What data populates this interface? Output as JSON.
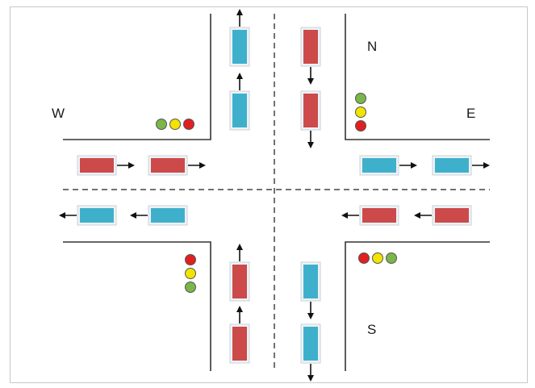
{
  "directions": {
    "north": "N",
    "south": "S",
    "east": "E",
    "west": "W"
  },
  "colors": {
    "red_car": "#cc4a4a",
    "blue_car": "#3fb0cc",
    "light_red": "#e02020",
    "light_yellow": "#f2e400",
    "light_green": "#7ab648",
    "road_line": "#333333"
  },
  "traffic_lights": [
    {
      "corner": "north-west",
      "orientation": "horizontal",
      "order": [
        "green",
        "yellow",
        "red"
      ]
    },
    {
      "corner": "north-east",
      "orientation": "vertical",
      "order": [
        "green",
        "yellow",
        "red"
      ]
    },
    {
      "corner": "south-west",
      "orientation": "vertical",
      "order": [
        "red",
        "yellow",
        "green"
      ]
    },
    {
      "corner": "south-east",
      "orientation": "horizontal",
      "order": [
        "red",
        "yellow",
        "green"
      ]
    }
  ],
  "vehicles": [
    {
      "lane": "north-bound-left",
      "color": "blue",
      "heading": "north"
    },
    {
      "lane": "north-bound-left",
      "color": "blue",
      "heading": "north"
    },
    {
      "lane": "south-bound-top",
      "color": "red",
      "heading": "south"
    },
    {
      "lane": "south-bound-top",
      "color": "red",
      "heading": "south"
    },
    {
      "lane": "east-bound-west",
      "color": "red",
      "heading": "east"
    },
    {
      "lane": "east-bound-west",
      "color": "red",
      "heading": "east"
    },
    {
      "lane": "west-bound-west",
      "color": "blue",
      "heading": "west"
    },
    {
      "lane": "west-bound-west",
      "color": "blue",
      "heading": "west"
    },
    {
      "lane": "east-bound-east",
      "color": "blue",
      "heading": "east"
    },
    {
      "lane": "east-bound-east",
      "color": "blue",
      "heading": "east"
    },
    {
      "lane": "west-bound-east",
      "color": "red",
      "heading": "west"
    },
    {
      "lane": "west-bound-east",
      "color": "red",
      "heading": "west"
    },
    {
      "lane": "north-bound-bottom",
      "color": "red",
      "heading": "north"
    },
    {
      "lane": "north-bound-bottom",
      "color": "red",
      "heading": "north"
    },
    {
      "lane": "south-bound-bottom",
      "color": "blue",
      "heading": "south"
    },
    {
      "lane": "south-bound-bottom",
      "color": "blue",
      "heading": "south"
    }
  ]
}
